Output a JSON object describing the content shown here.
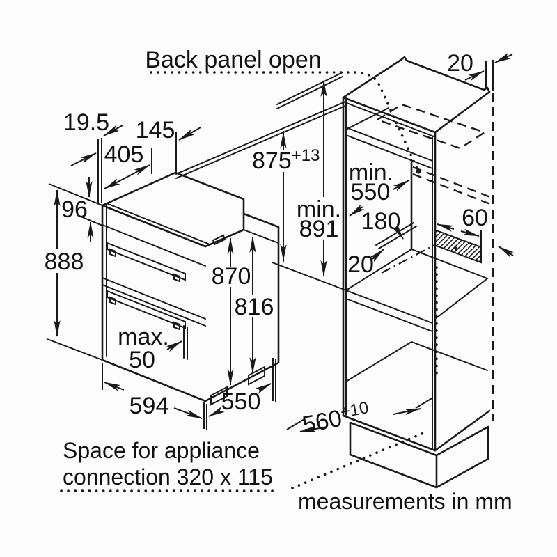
{
  "title": "Back panel open",
  "notes": {
    "space_line1": "Space for appliance",
    "space_line2": "connection 320 x 115",
    "units": "measurements in mm"
  },
  "oven": {
    "fascia_offset": "19.5",
    "top_depth_front": "405",
    "top_depth_back": "145",
    "panel_height": "96",
    "total_height": "888",
    "front_height": "870",
    "back_height": "816",
    "handle_max_word": "max.",
    "handle_max_value": "50",
    "width": "594",
    "depth": "550"
  },
  "cabinet": {
    "wall_gap": "20",
    "niche_height": "875",
    "niche_height_tol": "+13",
    "min_word": "min.",
    "min_height": "891",
    "depth_min_word": "min.",
    "depth_min_value": "550",
    "service_depth": "180",
    "shelf_gap": "20",
    "vent_width": "60",
    "niche_width": "560",
    "niche_width_tol": "+10"
  }
}
